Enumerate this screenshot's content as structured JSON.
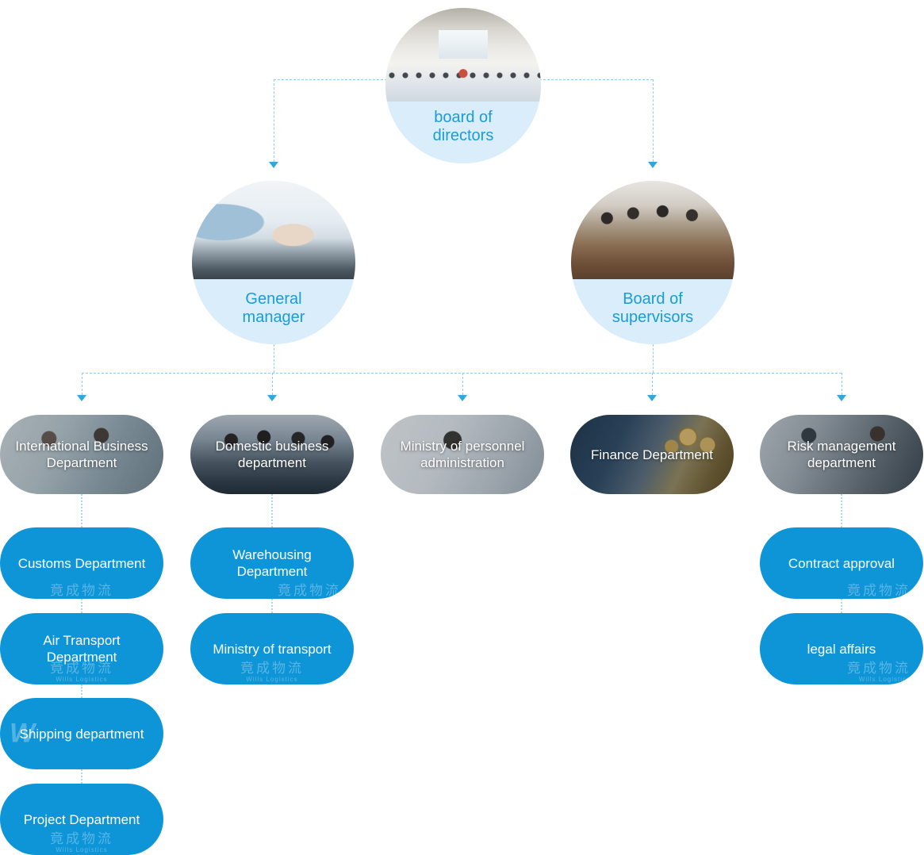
{
  "watermark": {
    "zh": "竟成物流",
    "en": "Wills  Logistics",
    "mark": "W"
  },
  "colors": {
    "accent_text": "#1b9cd8",
    "pill_blue": "#0e95d8",
    "circle_panel_blue": "#d9edfa",
    "connector_dash": "#8fcdec",
    "connector_dot": "#a8d9f2",
    "arrow": "#33a7db",
    "node_text": "#ffffff"
  },
  "nodes": {
    "root": {
      "label": "board of\ndirectors",
      "photo": "conference-room"
    },
    "level2": [
      {
        "label": "General\nmanager",
        "photo": "hands-typing-on-laptop"
      },
      {
        "label": "Board of\nsupervisors",
        "photo": "supervisors-meeting"
      }
    ],
    "departments": [
      {
        "label": "International Business\nDepartment",
        "photo": "business-team-office"
      },
      {
        "label": "Domestic business\ndepartment",
        "photo": "business-team-suits"
      },
      {
        "label": "Ministry of personnel\nadministration",
        "photo": "hr-professional"
      },
      {
        "label": "Finance Department",
        "photo": "coins-and-pen"
      },
      {
        "label": "Risk management\ndepartment",
        "photo": "businessmen-meeting"
      }
    ],
    "subdepartments": {
      "col1": [
        "Customs Department",
        "Air Transport\nDepartment",
        "Shipping department",
        "Project Department"
      ],
      "col2": [
        "Warehousing\nDepartment",
        "Ministry of transport"
      ],
      "col5": [
        "Contract approval",
        "legal affairs"
      ]
    }
  }
}
